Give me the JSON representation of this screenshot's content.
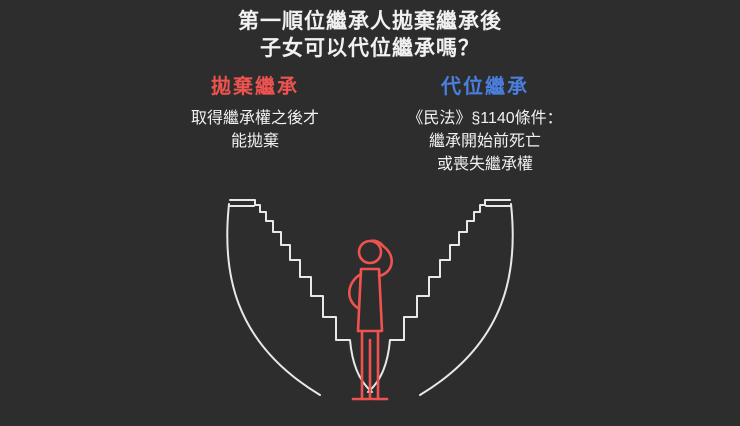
{
  "page": {
    "bg_color": "#2d2d2d",
    "text_color": "#f1f1f1",
    "title_line1": "第一順位繼承人拋棄繼承後",
    "title_line2": "子女可以代位繼承嗎？"
  },
  "abandon_section": {
    "heading": "拋棄繼承",
    "heading_color": "#ef5350",
    "lines": [
      "取得繼承權之後才",
      "能拋棄"
    ]
  },
  "subrogation_section": {
    "heading": "代位繼承",
    "heading_color": "#4a7fe0",
    "lines": [
      "《民法》§1140條件：",
      "繼承開始前死亡",
      "或喪失繼承權"
    ]
  },
  "illustration": {
    "name": "v-staircases-confused-person",
    "stair_color": "#e8e8e8",
    "person_color": "#ef5350"
  }
}
